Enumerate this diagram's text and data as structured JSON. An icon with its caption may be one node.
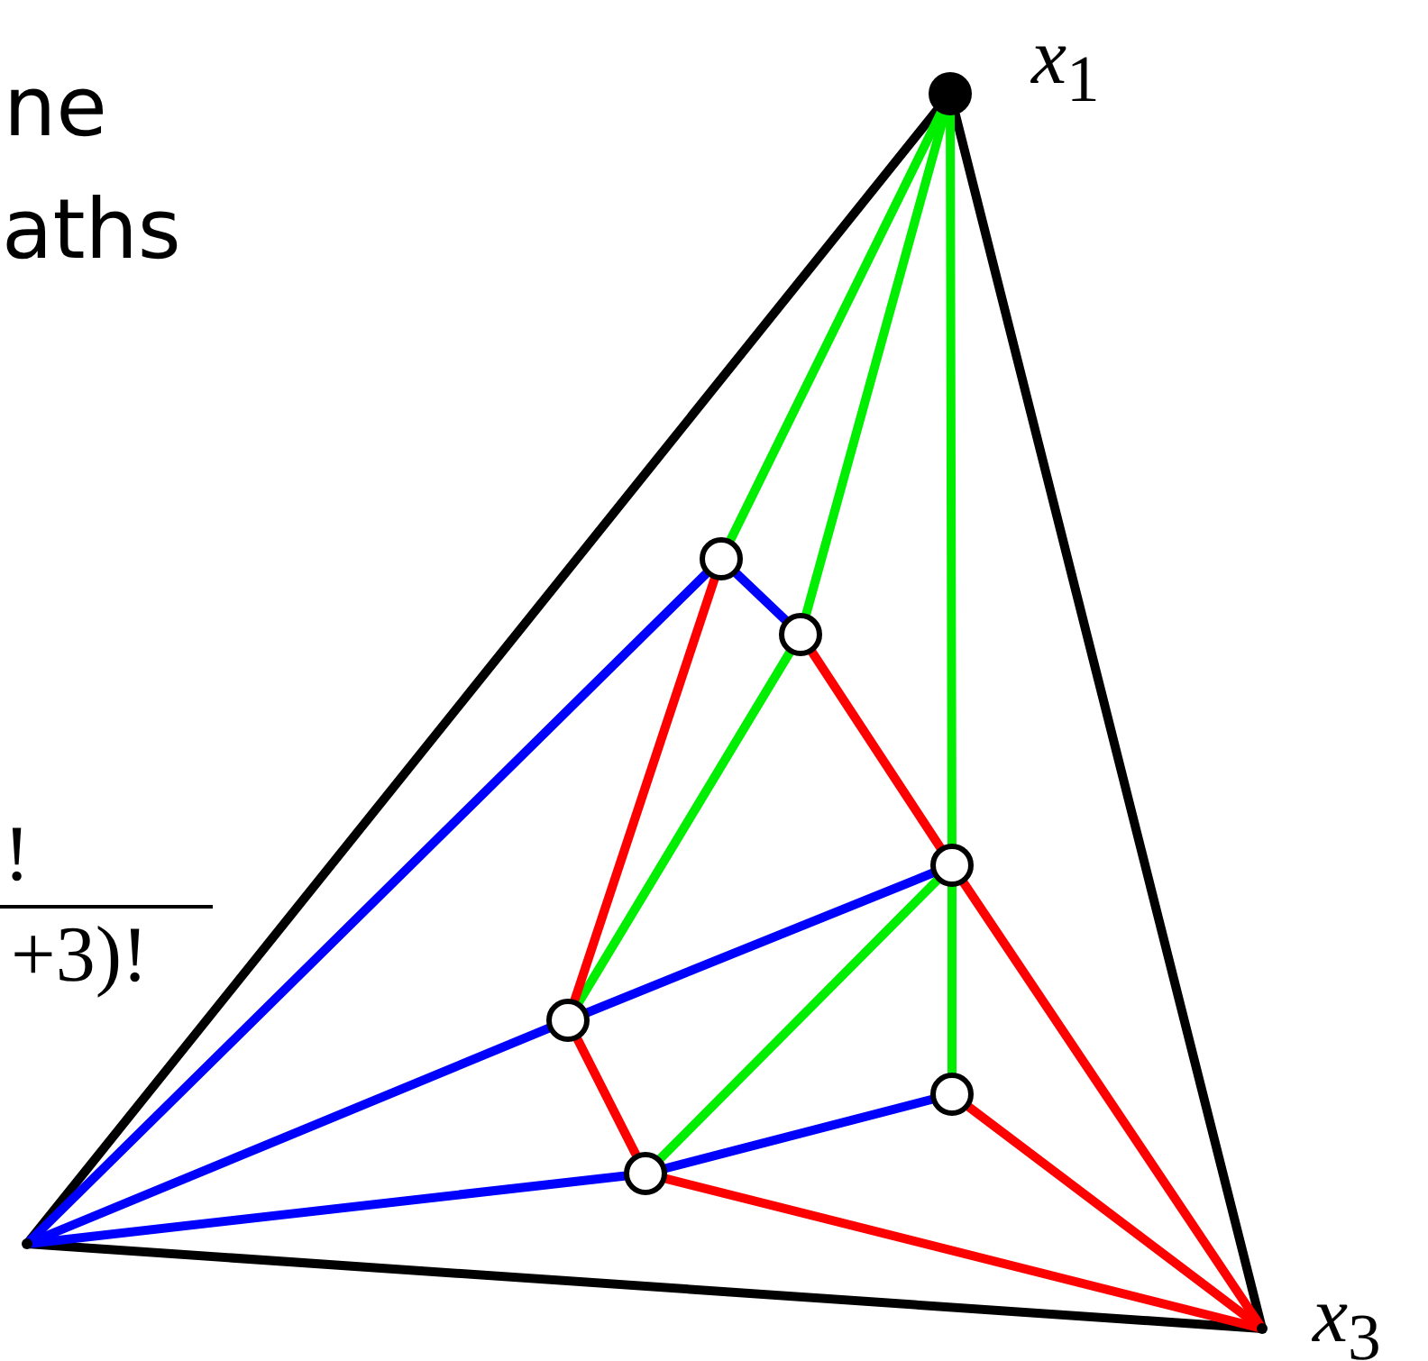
{
  "diagram": {
    "nodes": [
      {
        "text": [],
        "shape": "circle",
        "beside": [
          "*x*$_{1}$"
        ]
      },
      {
        "text": [],
        "shape": "point"
      },
      {
        "text": [],
        "shape": "point",
        "beside": [
          "*x*$_{3}$"
        ]
      },
      {
        "text": [],
        "shape": "circle"
      },
      {
        "text": [],
        "shape": "circle"
      },
      {
        "text": [],
        "shape": "circle"
      },
      {
        "text": [],
        "shape": "circle"
      },
      {
        "text": [],
        "shape": "circle"
      },
      {
        "text": [],
        "shape": "circle"
      }
    ],
    "edges": [
      {
        "from": 0,
        "to": 1,
        "arrow": "none",
        "color": "#000000"
      },
      {
        "from": 0,
        "to": 2,
        "arrow": "none",
        "color": "#000000"
      },
      {
        "from": 1,
        "to": 2,
        "arrow": "none",
        "color": "#000000"
      },
      {
        "from": 3,
        "to": 0,
        "arrow": "none",
        "color": "#00ee00"
      },
      {
        "from": 4,
        "to": 0,
        "arrow": "none",
        "color": "#00ee00"
      },
      {
        "from": 5,
        "to": 0,
        "arrow": "none",
        "color": "#00ee00"
      },
      {
        "from": 6,
        "to": 4,
        "arrow": "none",
        "color": "#00ee00"
      },
      {
        "from": 7,
        "to": 5,
        "arrow": "none",
        "color": "#00ee00"
      },
      {
        "from": 8,
        "to": 5,
        "arrow": "none",
        "color": "#00ee00"
      },
      {
        "from": 3,
        "to": 1,
        "arrow": "none",
        "color": "#0000ff"
      },
      {
        "from": 3,
        "to": 4,
        "arrow": "none",
        "color": "#0000ff"
      },
      {
        "from": 5,
        "to": 6,
        "arrow": "none",
        "color": "#0000ff"
      },
      {
        "from": 6,
        "to": 1,
        "arrow": "none",
        "color": "#0000ff"
      },
      {
        "from": 8,
        "to": 1,
        "arrow": "none",
        "color": "#0000ff"
      },
      {
        "from": 7,
        "to": 8,
        "arrow": "none",
        "color": "#0000ff"
      },
      {
        "from": 3,
        "to": 6,
        "arrow": "none",
        "color": "#ff0000"
      },
      {
        "from": 4,
        "to": 5,
        "arrow": "none",
        "color": "#ff0000"
      },
      {
        "from": 5,
        "to": 2,
        "arrow": "none",
        "color": "#ff0000"
      },
      {
        "from": 6,
        "to": 8,
        "arrow": "none",
        "color": "#ff0000"
      },
      {
        "from": 8,
        "to": 2,
        "arrow": "none",
        "color": "#ff0000"
      },
      {
        "from": 7,
        "to": 2,
        "arrow": "none",
        "color": "#ff0000"
      }
    ],
    "labels": [
      "ne",
      "aths",
      "!",
      "+3)!"
    ]
  }
}
